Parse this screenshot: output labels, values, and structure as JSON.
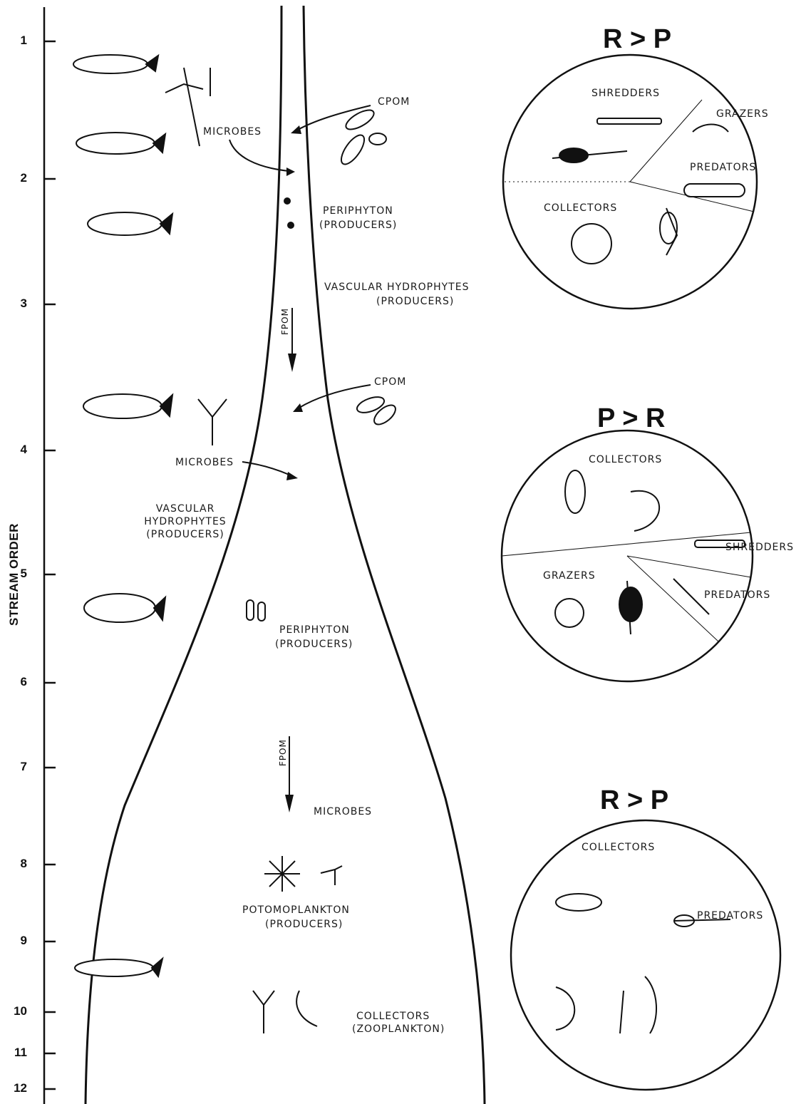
{
  "axis": {
    "title": "STREAM ORDER",
    "ticks": [
      "1",
      "2",
      "3",
      "4",
      "5",
      "6",
      "7",
      "8",
      "9",
      "10",
      "11",
      "12"
    ]
  },
  "channel_labels": {
    "cpom_upper": "CPOM",
    "microbes_upper": "MICROBES",
    "periphyton_upper_1": "PERIPHYTON",
    "periphyton_upper_2": "(PRODUCERS)",
    "vascular_upper_1": "VASCULAR HYDROPHYTES",
    "vascular_upper_2": "(PRODUCERS)",
    "fpom_upper": "FPOM",
    "cpom_middle": "CPOM",
    "microbes_middle": "MICROBES",
    "vascular_middle_1": "VASCULAR",
    "vascular_middle_2": "HYDROPHYTES",
    "vascular_middle_3": "(PRODUCERS)",
    "periphyton_middle_1": "PERIPHYTON",
    "periphyton_middle_2": "(PRODUCERS)",
    "fpom_lower": "FPOM",
    "microbes_lower": "MICROBES",
    "plankton_1": "POTOMOPLANKTON",
    "plankton_2": "(PRODUCERS)",
    "collectors_lower_1": "COLLECTORS",
    "collectors_lower_2": "(ZOOPLANKTON)"
  },
  "circles": {
    "top": {
      "ratio": "R > P",
      "labels": {
        "shredders": "SHREDDERS",
        "grazers": "GRAZERS",
        "predators": "PREDATORS",
        "collectors": "COLLECTORS"
      }
    },
    "middle": {
      "ratio": "P > R",
      "labels": {
        "collectors": "COLLECTORS",
        "shredders": "SHREDDERS",
        "grazers": "GRAZERS",
        "predators": "PREDATORS"
      }
    },
    "bottom": {
      "ratio": "R > P",
      "labels": {
        "collectors": "COLLECTORS",
        "predators": "PREDATORS"
      }
    }
  },
  "icons": [
    "fish-icon",
    "leaf-icon",
    "insect-larva-icon",
    "aquatic-plant-icon",
    "diatom-icon",
    "zooplankton-icon"
  ]
}
